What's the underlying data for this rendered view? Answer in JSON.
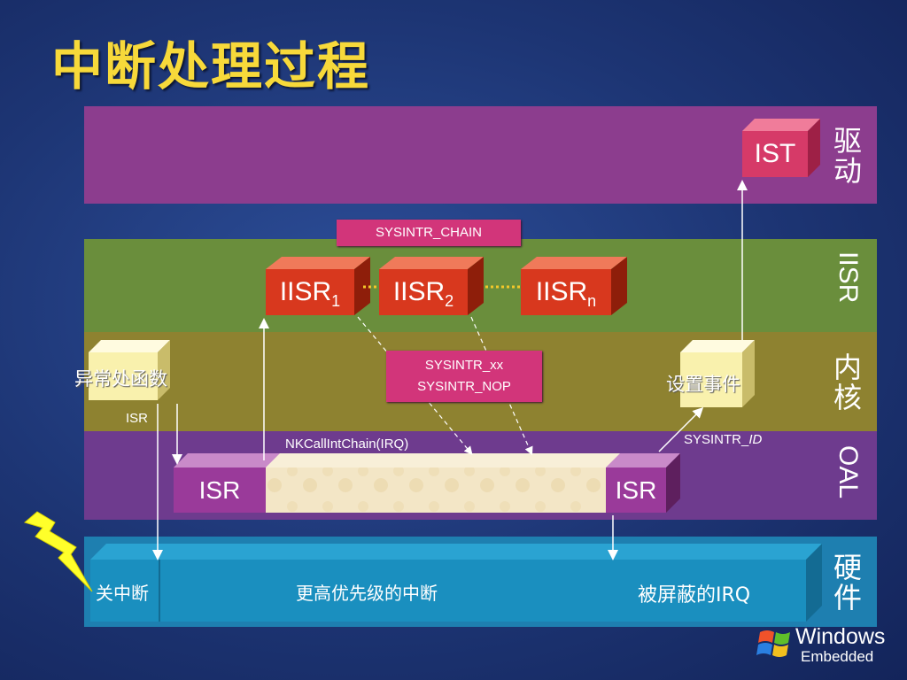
{
  "title": "中断处理过程",
  "layers": {
    "driver": "驱动",
    "iisr": "IISR",
    "kernel": "内核",
    "oal": "OAL",
    "hardware": "硬件"
  },
  "blocks": {
    "ist": "IST",
    "iisr1": "IISR",
    "iisr1_sub": "1",
    "iisr2": "IISR",
    "iisr2_sub": "2",
    "iisrn": "IISR",
    "iisrn_sub": "n",
    "exception_handler": "异常处函数",
    "set_event": "设置事件",
    "isr_left": "ISR",
    "isr_right": "ISR"
  },
  "labels": {
    "sysintr_chain": "SYSINTR_CHAIN",
    "sysintr_xx": "SYSINTR_xx",
    "sysintr_nop": "SYSINTR_NOP",
    "isr_small": "ISR",
    "nkcall": "NKCallIntChain(IRQ)",
    "sysintr_id_prefix": "SYSINTR_",
    "sysintr_id_suffix": "ID"
  },
  "hardware": {
    "disable_int": "关中断",
    "higher_priority": "更高优先级的中断",
    "masked_irq": "被屏蔽的IRQ"
  },
  "logo": {
    "brand": "Windows",
    "edition": "Embedded"
  },
  "colors": {
    "title": "#f7d93a",
    "red_block": "#d8381e",
    "pink_label": "#d2357a",
    "purple_block": "#9a3a9a",
    "yellow_block": "#f9f1ad",
    "hardware_bar": "#1a8fbf"
  }
}
